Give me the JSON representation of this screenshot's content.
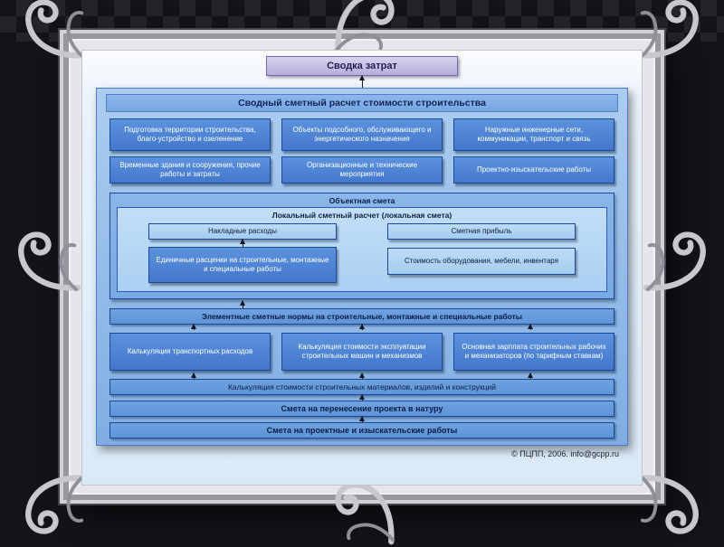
{
  "slide": {
    "top_box": "Сводка затрат",
    "container_title": "Сводный сметный расчет стоимости строительства",
    "row1": [
      "Подготовка территории строительства, благо-устройство и озеленение",
      "Объекты подсобного, обслуживающего и энергетического назначения",
      "Наружные инженерные сети, коммуникации, транспорт и связь"
    ],
    "row2": [
      "Временные здания и сооружения, прочие работы и затраты",
      "Организационные и технические мероприятия",
      "Проектно-изыскательские работы"
    ],
    "object_estimate": {
      "title": "Объектная смета",
      "local_title": "Локальный сметный расчет (локальная смета)",
      "overhead": "Накладные расходы",
      "profit": "Сметная прибыль",
      "unit_rates": "Единичные расценки на строительные, монтажные и специальные работы",
      "equipment": "Стоимость оборудования, мебели, инвентаря"
    },
    "elemental_bar": "Элементные сметные нормы на строительные, монтажные и специальные работы",
    "row3": [
      "Калькуляция транспортных расходов",
      "Калькуляция стоимости эксплуатации строительных машин и механизмов",
      "Основная зарплата строительных рабочих и механизаторов (по тарифным ставкам)"
    ],
    "materials_bar": "Калькуляция стоимости строительных материалов, изделий и конструкций",
    "transfer_bar": "Смета на перенесение проекта в натуру",
    "design_bar": "Смета на проектные и изыскательские работы",
    "copyright": "© ПЦПП, 2006. info@gcpp.ru"
  },
  "colors": {
    "backdrop": "#131318",
    "frame_silver": "#d2d2d6",
    "summary_box_fill": "#c9c0e8",
    "diagram_fill": "#8fb9e9",
    "box_fill": "#4f86d6",
    "light_box_fill": "#b0d4f2",
    "box_border": "#1c4898",
    "title_text": "#12235a"
  }
}
